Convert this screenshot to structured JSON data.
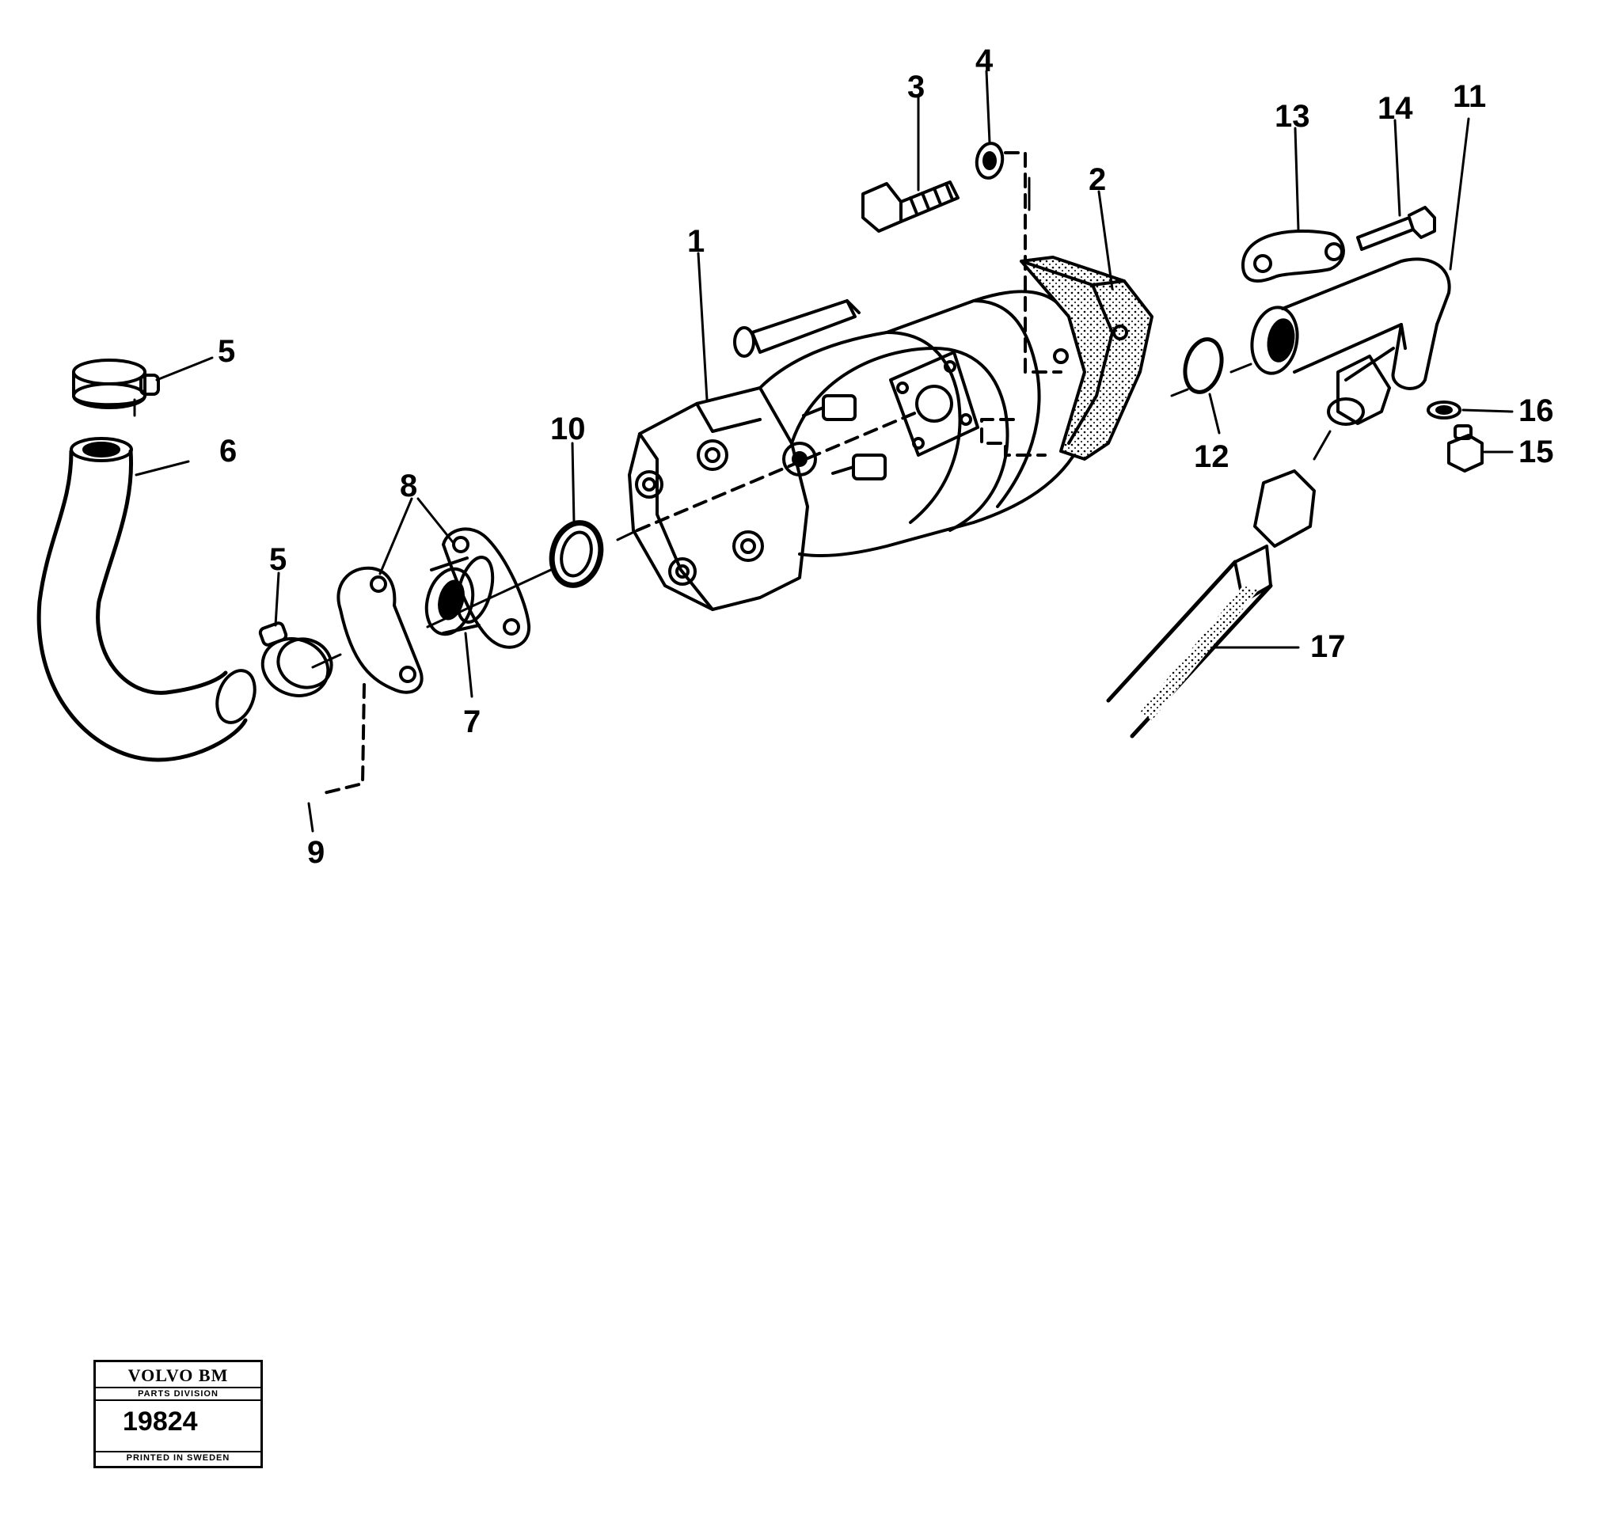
{
  "callouts": {
    "c1": "1",
    "c2": "2",
    "c3": "3",
    "c4": "4",
    "c5a": "5",
    "c5b": "5",
    "c6": "6",
    "c7": "7",
    "c8": "8",
    "c9": "9",
    "c10": "10",
    "c11": "11",
    "c12": "12",
    "c13": "13",
    "c14": "14",
    "c15": "15",
    "c16": "16",
    "c17": "17"
  },
  "stamp": {
    "brand": "VOLVO BM",
    "division": "PARTS DIVISION",
    "number": "19824",
    "footer": "PRINTED IN SWEDEN"
  }
}
